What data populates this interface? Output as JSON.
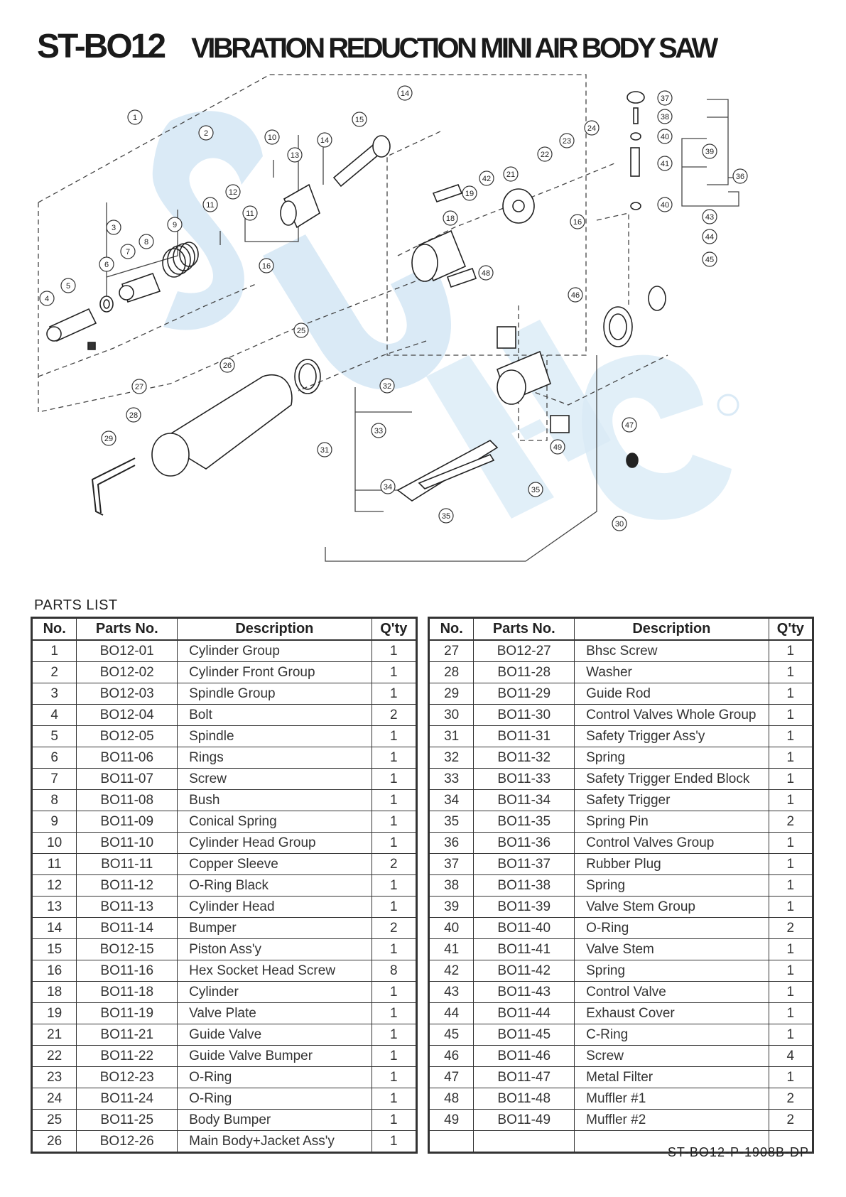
{
  "header": {
    "model": "ST-BO12",
    "name": "VIBRATION REDUCTION MINI AIR BODY SAW"
  },
  "watermark": {
    "color": "#d6e8f5"
  },
  "diagram": {
    "callouts": [
      "1",
      "2",
      "3",
      "4",
      "5",
      "6",
      "7",
      "8",
      "9",
      "10",
      "11",
      "11",
      "12",
      "13",
      "14",
      "14",
      "15",
      "16",
      "16",
      "18",
      "19",
      "21",
      "22",
      "23",
      "24",
      "25",
      "26",
      "27",
      "28",
      "29",
      "30",
      "31",
      "32",
      "33",
      "34",
      "35",
      "35",
      "36",
      "37",
      "38",
      "39",
      "40",
      "40",
      "41",
      "42",
      "43",
      "44",
      "45",
      "46",
      "47",
      "48",
      "49"
    ]
  },
  "parts_list": {
    "label": "PARTS LIST",
    "columns": [
      "No.",
      "Parts No.",
      "Description",
      "Q'ty"
    ],
    "left": [
      [
        "1",
        "BO12-01",
        "Cylinder Group",
        "1"
      ],
      [
        "2",
        "BO12-02",
        "Cylinder Front Group",
        "1"
      ],
      [
        "3",
        "BO12-03",
        "Spindle Group",
        "1"
      ],
      [
        "4",
        "BO12-04",
        "Bolt",
        "2"
      ],
      [
        "5",
        "BO12-05",
        "Spindle",
        "1"
      ],
      [
        "6",
        "BO11-06",
        "Rings",
        "1"
      ],
      [
        "7",
        "BO11-07",
        "Screw",
        "1"
      ],
      [
        "8",
        "BO11-08",
        "Bush",
        "1"
      ],
      [
        "9",
        "BO11-09",
        "Conical Spring",
        "1"
      ],
      [
        "10",
        "BO11-10",
        "Cylinder Head Group",
        "1"
      ],
      [
        "11",
        "BO11-11",
        "Copper Sleeve",
        "2"
      ],
      [
        "12",
        "BO11-12",
        "O-Ring Black",
        "1"
      ],
      [
        "13",
        "BO11-13",
        "Cylinder Head",
        "1"
      ],
      [
        "14",
        "BO11-14",
        "Bumper",
        "2"
      ],
      [
        "15",
        "BO12-15",
        "Piston Ass'y",
        "1"
      ],
      [
        "16",
        "BO11-16",
        "Hex Socket Head Screw",
        "8"
      ],
      [
        "18",
        "BO11-18",
        "Cylinder",
        "1"
      ],
      [
        "19",
        "BO11-19",
        "Valve Plate",
        "1"
      ],
      [
        "21",
        "BO11-21",
        "Guide Valve",
        "1"
      ],
      [
        "22",
        "BO11-22",
        "Guide Valve Bumper",
        "1"
      ],
      [
        "23",
        "BO12-23",
        "O-Ring",
        "1"
      ],
      [
        "24",
        "BO11-24",
        "O-Ring",
        "1"
      ],
      [
        "25",
        "BO11-25",
        "Body Bumper",
        "1"
      ],
      [
        "26",
        "BO12-26",
        "Main Body+Jacket Ass'y",
        "1"
      ]
    ],
    "right": [
      [
        "27",
        "BO12-27",
        "Bhsc Screw",
        "1"
      ],
      [
        "28",
        "BO11-28",
        "Washer",
        "1"
      ],
      [
        "29",
        "BO11-29",
        "Guide Rod",
        "1"
      ],
      [
        "30",
        "BO11-30",
        "Control Valves Whole Group",
        "1"
      ],
      [
        "31",
        "BO11-31",
        "Safety Trigger Ass'y",
        "1"
      ],
      [
        "32",
        "BO11-32",
        "Spring",
        "1"
      ],
      [
        "33",
        "BO11-33",
        "Safety Trigger Ended Block",
        "1"
      ],
      [
        "34",
        "BO11-34",
        "Safety Trigger",
        "1"
      ],
      [
        "35",
        "BO11-35",
        "Spring Pin",
        "2"
      ],
      [
        "36",
        "BO11-36",
        "Control Valves Group",
        "1"
      ],
      [
        "37",
        "BO11-37",
        "Rubber Plug",
        "1"
      ],
      [
        "38",
        "BO11-38",
        "Spring",
        "1"
      ],
      [
        "39",
        "BO11-39",
        "Valve Stem Group",
        "1"
      ],
      [
        "40",
        "BO11-40",
        "O-Ring",
        "2"
      ],
      [
        "41",
        "BO11-41",
        "Valve Stem",
        "1"
      ],
      [
        "42",
        "BO11-42",
        "Spring",
        "1"
      ],
      [
        "43",
        "BO11-43",
        "Control Valve",
        "1"
      ],
      [
        "44",
        "BO11-44",
        "Exhaust Cover",
        "1"
      ],
      [
        "45",
        "BO11-45",
        "C-Ring",
        "1"
      ],
      [
        "46",
        "BO11-46",
        "Screw",
        "4"
      ],
      [
        "47",
        "BO11-47",
        "Metal Filter",
        "1"
      ],
      [
        "48",
        "BO11-48",
        "Muffler #1",
        "2"
      ],
      [
        "49",
        "BO11-49",
        "Muffler #2",
        "2"
      ],
      [
        "",
        "",
        "",
        ""
      ]
    ]
  },
  "footer": {
    "doc_code": "ST-BO12-P-1908B-DP"
  }
}
